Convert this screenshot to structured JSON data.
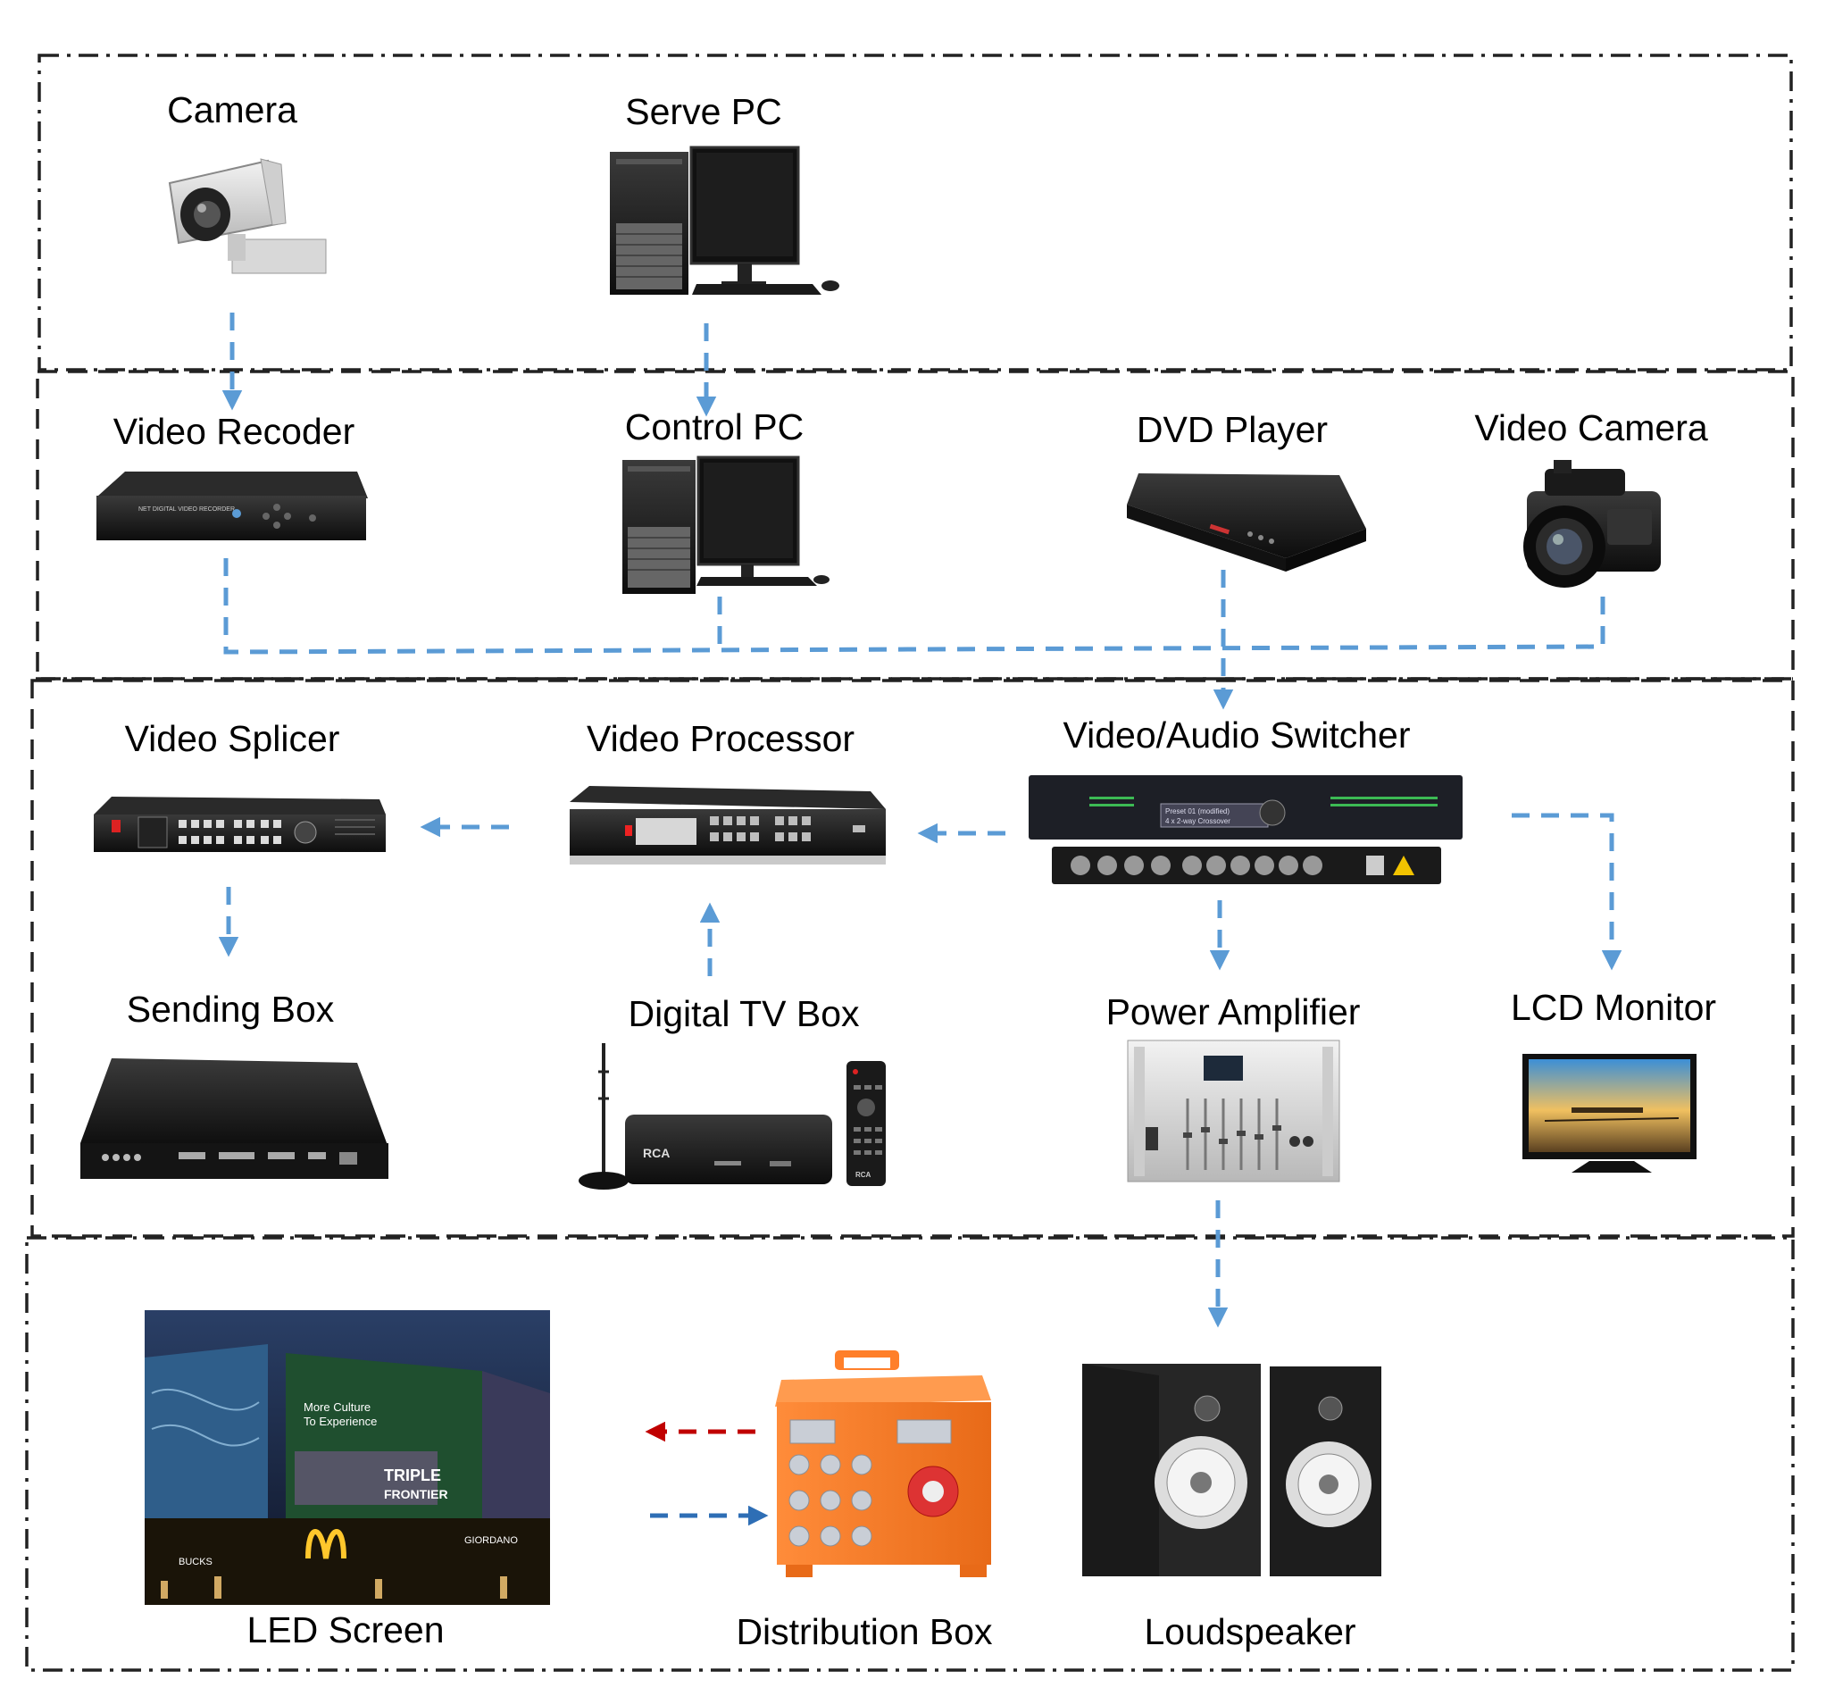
{
  "colors": {
    "arrow": "#5b9bd5",
    "arrow_dark": "#2e6eb5",
    "arrow_red": "#c00000",
    "frame": "#222222"
  },
  "devices": {
    "camera": "Camera",
    "serve_pc": "Serve PC",
    "video_recorder": "Video Recoder",
    "control_pc": "Control PC",
    "dvd_player": "DVD Player",
    "video_camera": "Video Camera",
    "video_splicer": "Video Splicer",
    "video_processor": "Video Processor",
    "av_switcher": "Video/Audio Switcher",
    "sending_box": "Sending Box",
    "digital_tv_box": "Digital TV Box",
    "power_amplifier": "Power Amplifier",
    "lcd_monitor": "LCD Monitor",
    "led_screen": "LED Screen",
    "distribution_box": "Distribution Box",
    "loudspeaker": "Loudspeaker"
  },
  "device_print": {
    "recorder_text": "NET DIGITAL VIDEO RECORDER",
    "switcher_display_1": "Preset 01 (modified)",
    "switcher_display_2": "4 x 2-way Crossover",
    "tv_box_brand": "RCA",
    "remote_brand": "RCA",
    "led_ad_1": "More Culture",
    "led_ad_2": "To Experience",
    "led_poster_1": "TRIPLE",
    "led_poster_2": "FRONTIER",
    "led_store_1": "GIORDANO",
    "led_store_2": "BUCKS"
  }
}
